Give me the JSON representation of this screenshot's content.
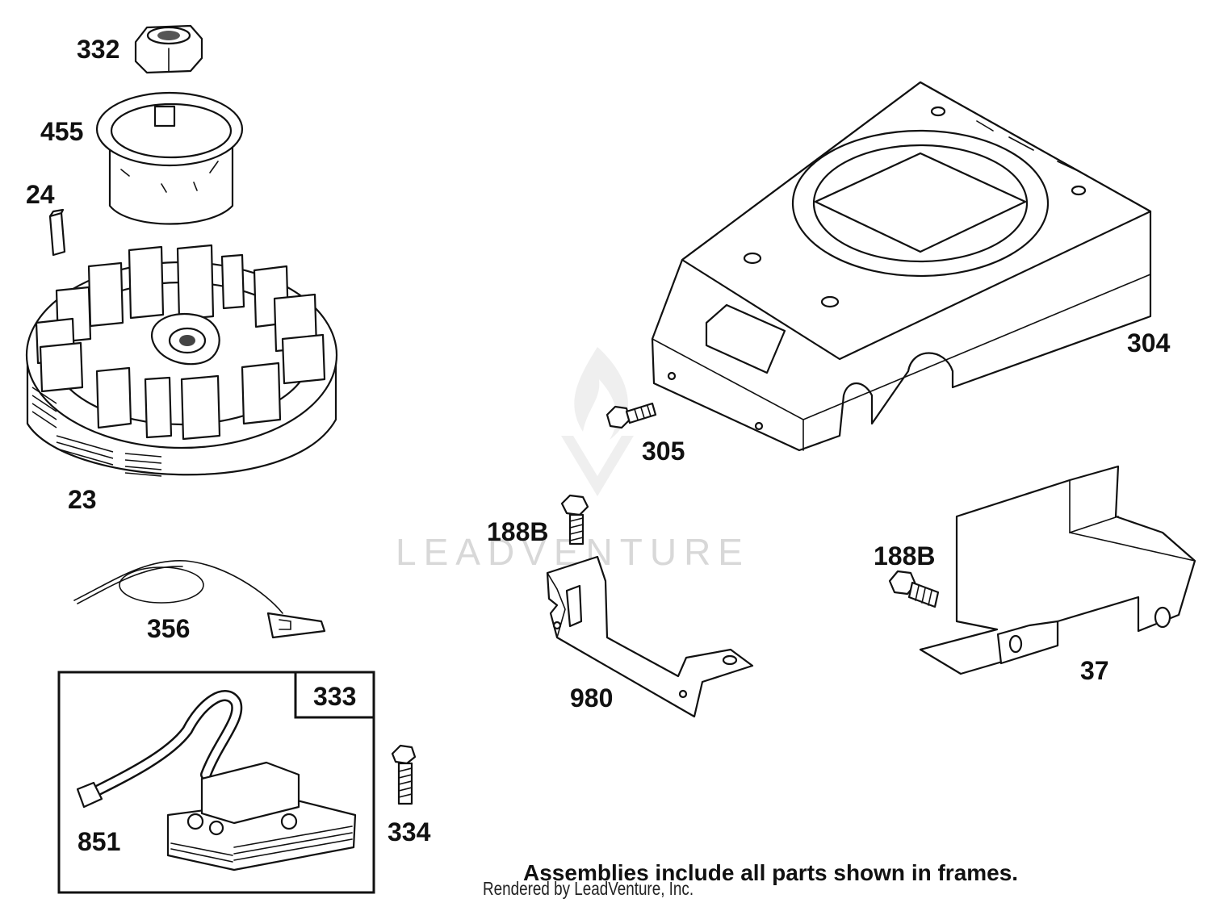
{
  "diagram": {
    "parts": [
      {
        "id": "p332",
        "label": "332"
      },
      {
        "id": "p455",
        "label": "455"
      },
      {
        "id": "p24",
        "label": "24"
      },
      {
        "id": "p23",
        "label": "23"
      },
      {
        "id": "p356",
        "label": "356"
      },
      {
        "id": "p333",
        "label": "333"
      },
      {
        "id": "p851",
        "label": "851"
      },
      {
        "id": "p334",
        "label": "334"
      },
      {
        "id": "p304",
        "label": "304"
      },
      {
        "id": "p305",
        "label": "305"
      },
      {
        "id": "p188b_a",
        "label": "188B"
      },
      {
        "id": "p188b_b",
        "label": "188B"
      },
      {
        "id": "p980",
        "label": "980"
      },
      {
        "id": "p37",
        "label": "37"
      }
    ],
    "watermark": "LEADVENTURE",
    "note": "Assemblies include all parts shown in frames.",
    "credit": "Rendered by LeadVenture, Inc."
  }
}
